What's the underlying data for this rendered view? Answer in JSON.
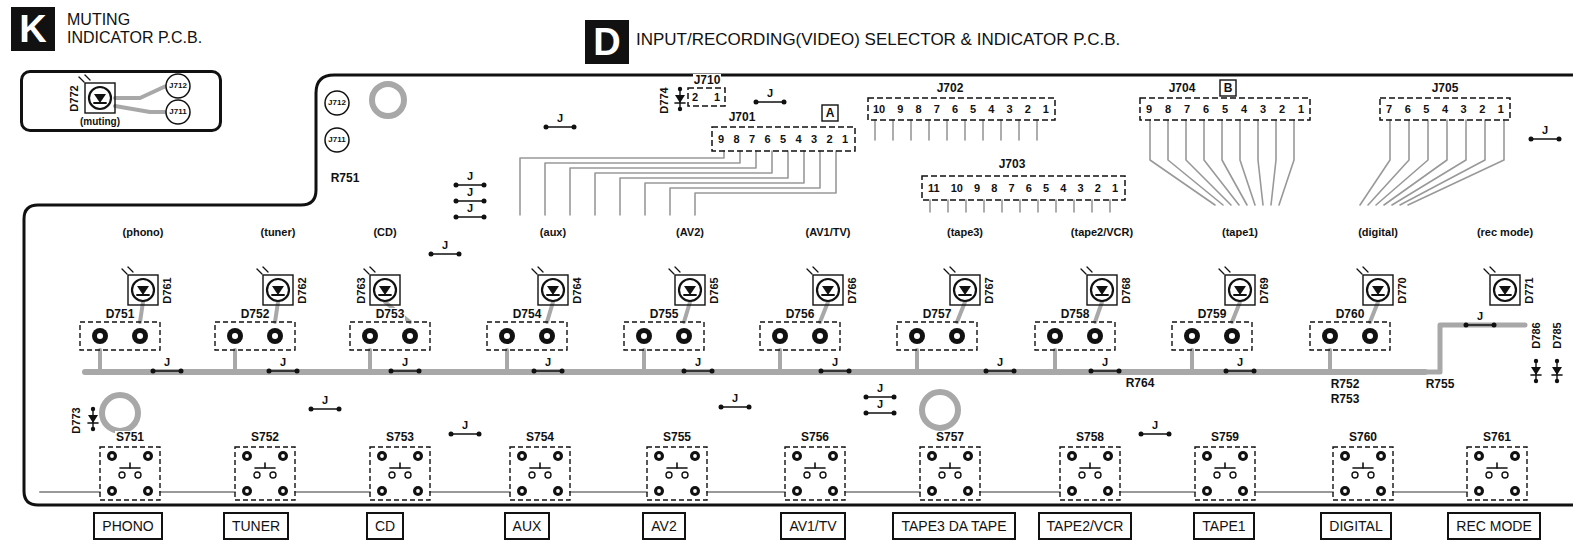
{
  "diagram": {
    "nodes": [
      {
        "text": [
          "K",
          "MUTING INDICATOR P.C.B."
        ]
      },
      {
        "text": [
          "D",
          "INPUT/RECORDING(VIDEO) SELECTOR & INDICATOR P.C.B."
        ]
      },
      {
        "text": [
          "PHONO"
        ]
      },
      {
        "text": [
          "TUNER"
        ]
      },
      {
        "text": [
          "CD"
        ]
      },
      {
        "text": [
          "AUX"
        ]
      },
      {
        "text": [
          "AV2"
        ]
      },
      {
        "text": [
          "AV1/TV"
        ]
      },
      {
        "text": [
          "TAPE3 DA TAPE"
        ]
      },
      {
        "text": [
          "TAPE2/VCR"
        ]
      },
      {
        "text": [
          "TAPE1"
        ]
      },
      {
        "text": [
          "DIGITAL"
        ]
      },
      {
        "text": [
          "REC MODE"
        ]
      }
    ],
    "labels": [
      "D772",
      "(muting)",
      "J712",
      "J711",
      "J712",
      "J711",
      "R751",
      "D774",
      "J710",
      "2 1",
      "J701",
      "A",
      "9 8 7 6 5 4 3 2 1",
      "J702",
      "10 9 8 7 6 5 4 3 2 1",
      "J703",
      "11 10 9 8 7 6 5 4 3 2 1",
      "J704",
      "B",
      "9 8 7 6 5 4 3 2 1",
      "J705",
      "7 6 5 4 3 2 1",
      "(phono)",
      "D761",
      "(tuner)",
      "D762",
      "(CD)",
      "D763",
      "(aux)",
      "D764",
      "(AV2)",
      "D765",
      "(AV1/TV)",
      "D766",
      "(tape3)",
      "D767",
      "(tape2/VCR)",
      "D768",
      "(tape1)",
      "D769",
      "(digital)",
      "D770",
      "(rec mode)",
      "D771",
      "D751",
      "D752",
      "D753",
      "D754",
      "D755",
      "D756",
      "D757",
      "D758",
      "D759",
      "D760",
      "S751",
      "S752",
      "S753",
      "S754",
      "S755",
      "S756",
      "S757",
      "S758",
      "S759",
      "S760",
      "S761",
      "D773",
      "R764",
      "R752",
      "R753",
      "R755",
      "D786",
      "D785",
      "J",
      "J",
      "J",
      "J",
      "J",
      "J",
      "J",
      "J",
      "J",
      "J",
      "J",
      "J",
      "J",
      "J",
      "J",
      "J",
      "J",
      "J",
      "J",
      "J",
      "J",
      "J",
      "J"
    ]
  }
}
